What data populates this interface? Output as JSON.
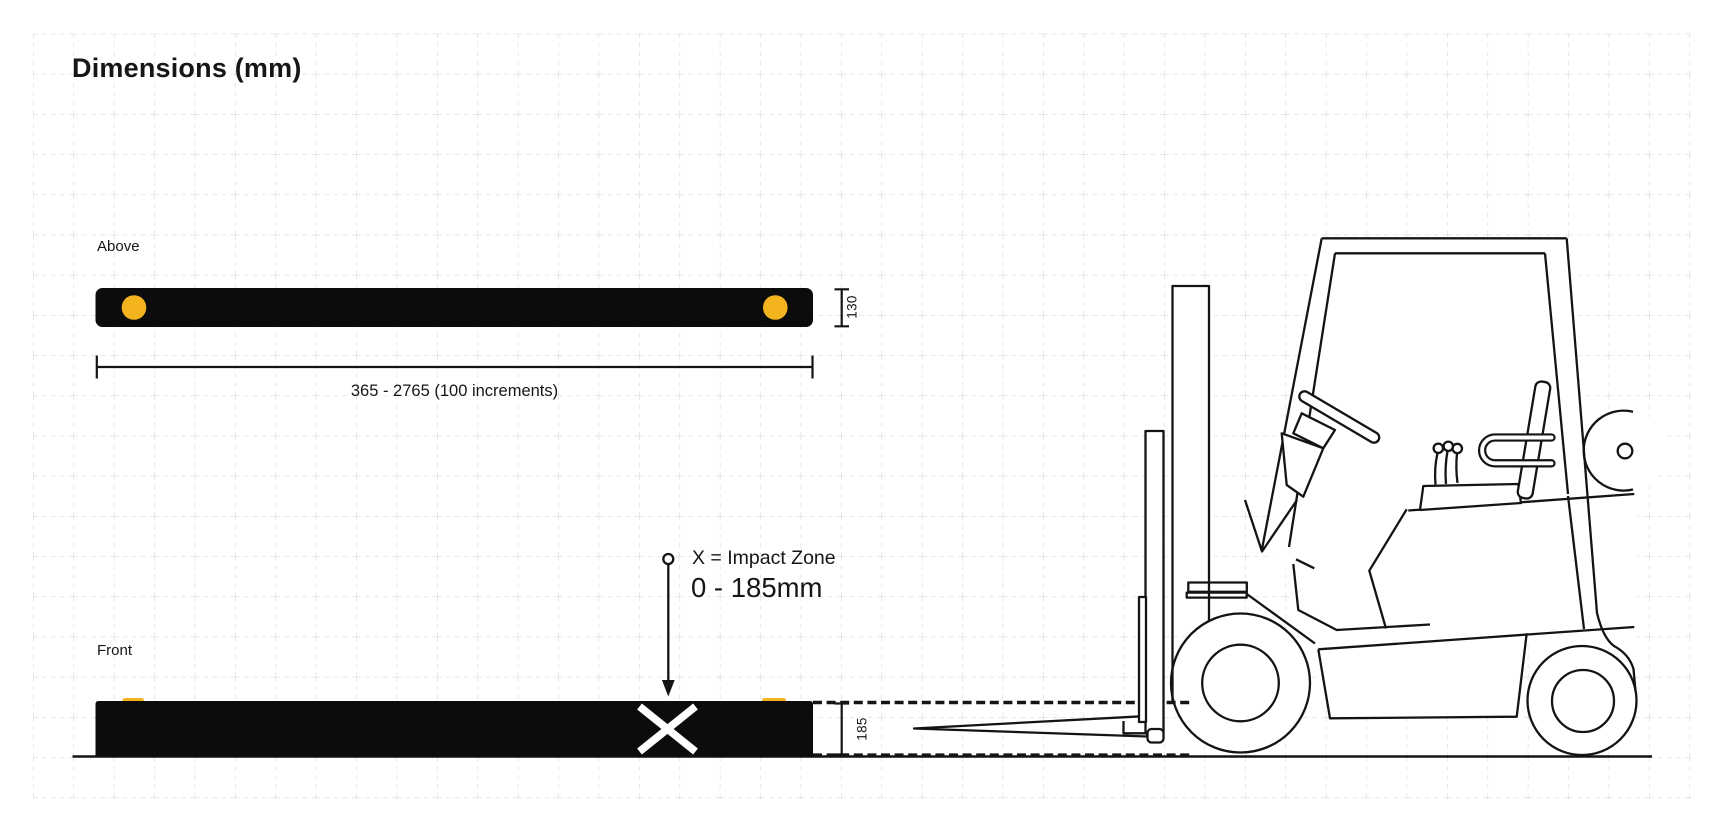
{
  "page": {
    "title": "Dimensions (mm)"
  },
  "colors": {
    "background": "#FFFFFF",
    "grid": "#D9D9D9",
    "ink": "#141414",
    "bar_black": "#0C0C0C",
    "accent_yellow": "#F2B31E",
    "marker_white": "#FFFFFF"
  },
  "views": {
    "above": {
      "label": "Above",
      "length_dim": "365 - 2765 (100 increments)",
      "height_dim": "130"
    },
    "front": {
      "label": "Front",
      "height_dim": "185",
      "marker": "X"
    }
  },
  "impact": {
    "legend": "X = Impact Zone",
    "range": "0 - 185mm"
  },
  "figure": {
    "name": "forklift-side-view"
  }
}
